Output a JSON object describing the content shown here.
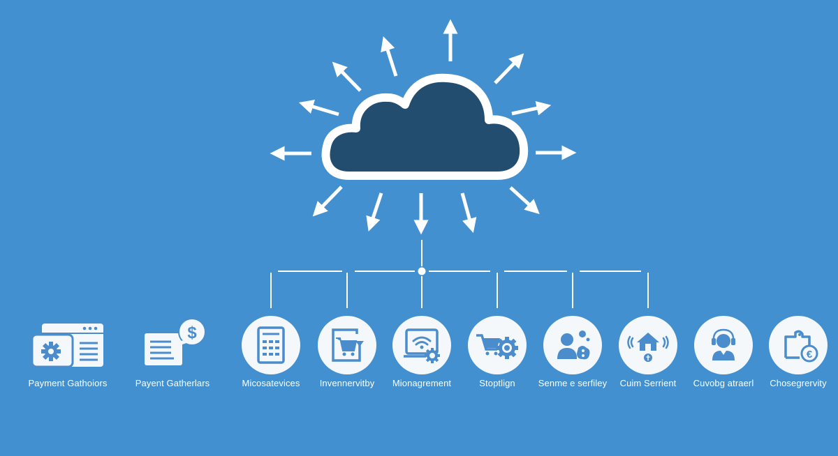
{
  "colors": {
    "background": "#4290cf",
    "cloud_fill": "#234d6f",
    "cloud_outline": "#ffffff",
    "arrow": "#ffffff",
    "circle_fill": "#f5f8fb",
    "icon": "#4a8ccc",
    "label": "#ffffff"
  },
  "hub": {
    "icon": "cloud-icon",
    "arrow_count": 15
  },
  "nodes": [
    {
      "label": "Payment Gathoiors",
      "icon": "browser-settings-icon",
      "style": "free"
    },
    {
      "label": "Payent Gatherlars",
      "icon": "document-dollar-icon",
      "style": "free"
    },
    {
      "label": "Micosatevices",
      "icon": "calculator-icon",
      "style": "circle"
    },
    {
      "label": "Invennervitby",
      "icon": "cart-refresh-icon",
      "style": "circle"
    },
    {
      "label": "Mionagrement",
      "icon": "laptop-wifi-gear-icon",
      "style": "circle"
    },
    {
      "label": "Stoptlign",
      "icon": "cart-gear-icon",
      "style": "circle"
    },
    {
      "label": "Senme e serfiley",
      "icon": "user-group-icon",
      "style": "circle"
    },
    {
      "label": "Cuim Serrient",
      "icon": "smart-home-icon",
      "style": "circle"
    },
    {
      "label": "Cuvobg atraerl",
      "icon": "headset-support-icon",
      "style": "circle"
    },
    {
      "label": "Chosegrervity",
      "icon": "tag-euro-icon",
      "style": "circle"
    }
  ]
}
